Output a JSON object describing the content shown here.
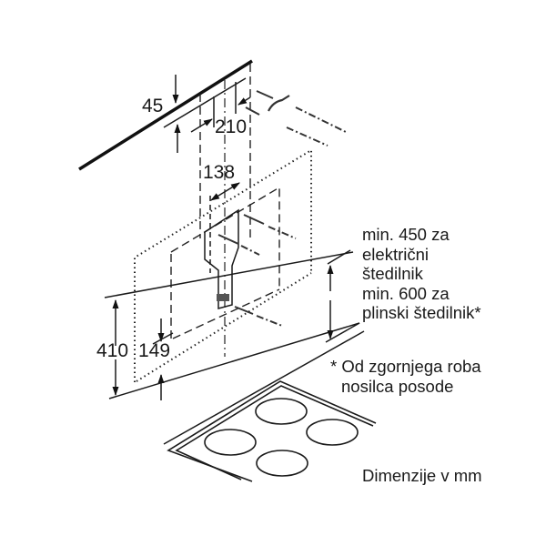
{
  "dimensions": {
    "d45": "45",
    "d210": "210",
    "d138": "138",
    "d410": "410",
    "d149": "149"
  },
  "notes": {
    "clearance_lines": [
      "min. 450 za",
      "električni",
      "štedilnik",
      "min. 600 za",
      "plinski štedilnik*"
    ],
    "footnote_lines": [
      "* Od zgornjega roba",
      "nosilca posode"
    ],
    "units": "Dimenzije v mm"
  }
}
